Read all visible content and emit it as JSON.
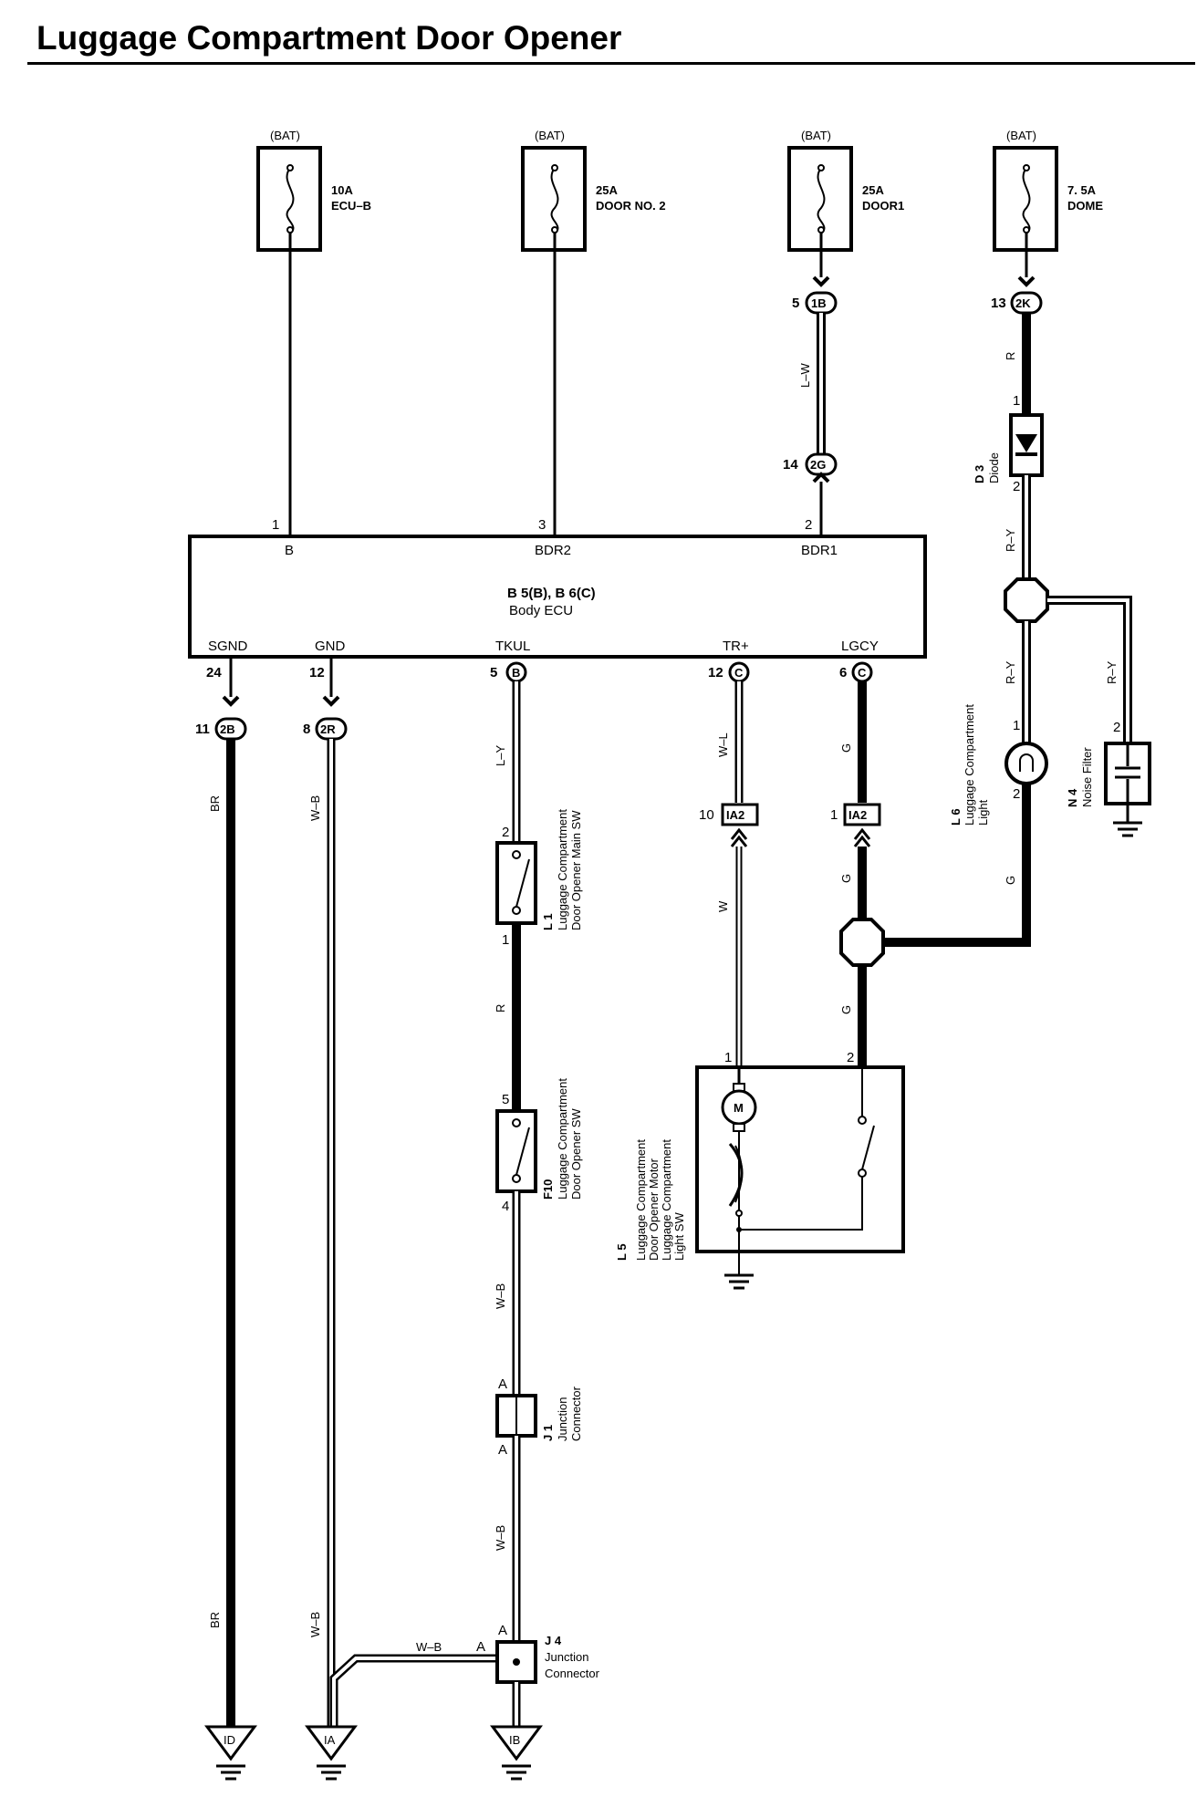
{
  "title": "Luggage Compartment Door Opener",
  "fuses": [
    {
      "source": "(BAT)",
      "rating": "10A",
      "name": "ECU–B"
    },
    {
      "source": "(BAT)",
      "rating": "25A",
      "name": "DOOR NO. 2"
    },
    {
      "source": "(BAT)",
      "rating": "25A",
      "name": "DOOR1"
    },
    {
      "source": "(BAT)",
      "rating": "7. 5A",
      "name": "DOME"
    }
  ],
  "ecu": {
    "code": "B 5(B), B 6(C)",
    "name": "Body ECU",
    "top_terminals": [
      {
        "pin": "1",
        "name": "B"
      },
      {
        "pin": "3",
        "name": "BDR2"
      },
      {
        "pin": "2",
        "name": "BDR1"
      }
    ],
    "bottom_terminals": [
      {
        "pin": "24",
        "name": "SGND"
      },
      {
        "pin": "12",
        "name": "GND"
      },
      {
        "pin": "5",
        "name": "TKUL",
        "conn": "B"
      },
      {
        "pin": "12",
        "name": "TR+",
        "conn": "C"
      },
      {
        "pin": "6",
        "name": "LGCY",
        "conn": "C"
      }
    ]
  },
  "connectors": {
    "c1b": {
      "pin": "5",
      "id": "1B"
    },
    "c2g": {
      "pin": "14",
      "id": "2G"
    },
    "c2k": {
      "pin": "13",
      "id": "2K"
    },
    "c2b": {
      "pin": "11",
      "id": "2B"
    },
    "c2r": {
      "pin": "8",
      "id": "2R"
    },
    "ia2a": {
      "pin": "10",
      "id": "IA2"
    },
    "ia2b": {
      "pin": "1",
      "id": "IA2"
    }
  },
  "wires": {
    "lw": "L–W",
    "r": "R",
    "ry": "R–Y",
    "ry2": "R–Y",
    "ry3": "R–Y",
    "br": "BR",
    "br2": "BR",
    "wb": "W–B",
    "wb2": "W–B",
    "wb3": "W–B",
    "wb4": "W–B",
    "wb5": "W–B",
    "ly": "L–Y",
    "r2": "R",
    "wl": "W–L",
    "w": "W",
    "g": "G",
    "g2": "G",
    "g3": "G",
    "g4": "G"
  },
  "components": {
    "d3": {
      "code": "D 3",
      "name": "Diode",
      "pin1": "1",
      "pin2": "2"
    },
    "l6": {
      "code": "L 6",
      "name1": "Luggage Compartment",
      "name2": "Light",
      "pin1": "1",
      "pin2": "2"
    },
    "n4": {
      "code": "N 4",
      "name": "Noise Filter",
      "pin": "2"
    },
    "l1": {
      "code": "L 1",
      "name1": "Luggage Compartment",
      "name2": "Door Opener Main SW",
      "pin1": "2",
      "pin2": "1"
    },
    "f10": {
      "code": "F10",
      "name1": "Luggage Compartment",
      "name2": "Door Opener SW",
      "pin1": "5",
      "pin2": "4"
    },
    "j1": {
      "code": "J 1",
      "name1": "Junction",
      "name2": "Connector",
      "pinA": "A",
      "pinB": "A"
    },
    "j4": {
      "code": "J 4",
      "name1": "Junction",
      "name2": "Connector",
      "pinA": "A",
      "pinB": "A"
    },
    "l5": {
      "code": "L 5",
      "name1": "Luggage Compartment",
      "name2": "Door Opener Motor",
      "name3": "Luggage Compartment",
      "name4": "Light SW",
      "pin1": "1",
      "pin2": "2",
      "motor": "M"
    }
  },
  "grounds": [
    "ID",
    "IA",
    "IB"
  ]
}
